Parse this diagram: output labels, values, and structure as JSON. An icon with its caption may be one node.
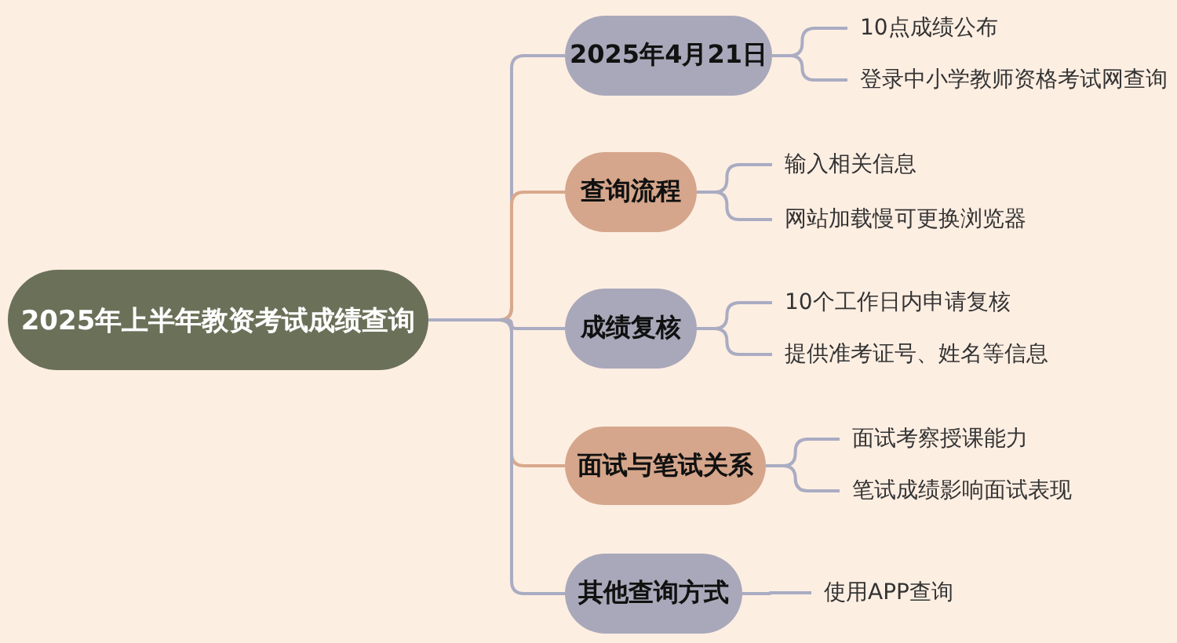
{
  "diagram": {
    "nodes": [
      {
        "text": [
          "2025年上半年教资考试成绩查询"
        ]
      },
      {
        "text": [
          "2025年4月21日"
        ]
      },
      {
        "text": [
          "查询流程"
        ]
      },
      {
        "text": [
          "成绩复核"
        ]
      },
      {
        "text": [
          "面试与笔试关系"
        ]
      },
      {
        "text": [
          "其他查询方式"
        ]
      },
      {
        "text": [
          "10点成绩公布"
        ]
      },
      {
        "text": [
          "登录中小学教师资格考试网查询"
        ]
      },
      {
        "text": [
          "输入相关信息"
        ]
      },
      {
        "text": [
          "网站加载慢可更换浏览器"
        ]
      },
      {
        "text": [
          "10个工作日内申请复核"
        ]
      },
      {
        "text": [
          "提供准考证号、姓名等信息"
        ]
      },
      {
        "text": [
          "面试考察授课能力"
        ]
      },
      {
        "text": [
          "笔试成绩影响面试表现"
        ]
      },
      {
        "text": [
          "使用APP查询"
        ]
      }
    ],
    "edges": [
      {
        "from": 0,
        "to": 1,
        "arrow": "none"
      },
      {
        "from": 0,
        "to": 2,
        "arrow": "none",
        "color": "#d9a88c"
      },
      {
        "from": 0,
        "to": 3,
        "arrow": "none"
      },
      {
        "from": 0,
        "to": 4,
        "arrow": "none",
        "color": "#d9a88c"
      },
      {
        "from": 0,
        "to": 5,
        "arrow": "none"
      },
      {
        "from": 1,
        "to": 6,
        "arrow": "none"
      },
      {
        "from": 1,
        "to": 7,
        "arrow": "none"
      },
      {
        "from": 2,
        "to": 8,
        "arrow": "none"
      },
      {
        "from": 2,
        "to": 9,
        "arrow": "none"
      },
      {
        "from": 3,
        "to": 10,
        "arrow": "none"
      },
      {
        "from": 3,
        "to": 11,
        "arrow": "none"
      },
      {
        "from": 4,
        "to": 12,
        "arrow": "none"
      },
      {
        "from": 4,
        "to": 13,
        "arrow": "none"
      },
      {
        "from": 5,
        "to": 14,
        "arrow": "none"
      }
    ]
  }
}
